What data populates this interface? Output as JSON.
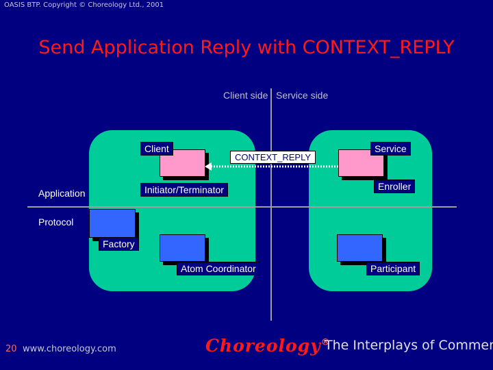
{
  "header": {
    "copyright": "OASIS BTP. Copyright © Choreology Ltd., 2001",
    "title": "Send Application Reply with CONTEXT_REPLY"
  },
  "diagram": {
    "client_side": "Client side",
    "service_side": "Service side",
    "application": "Application",
    "protocol": "Protocol",
    "client": "Client",
    "initiator_terminator": "Initiator/Terminator",
    "factory": "Factory",
    "atom_coordinator": "Atom Coordinator",
    "message": "CONTEXT_REPLY",
    "service": "Service",
    "enroller": "Enroller",
    "participant": "Participant"
  },
  "footer": {
    "slide_number": "20",
    "url": "www.choreology.com",
    "brand": "Choreology",
    "brand_mark": "®",
    "tagline": "The Interplays of Commerce"
  },
  "colors": {
    "background": "#000080",
    "panel": "#00cc99",
    "title": "#ff1a1a",
    "pink_box": "#ff99cc",
    "blue_box": "#3366ff"
  }
}
